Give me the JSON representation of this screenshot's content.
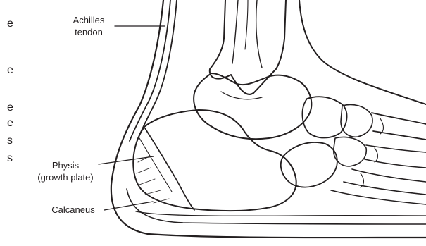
{
  "labels": {
    "achilles_line1": "Achilles",
    "achilles_line2": "tendon",
    "physis_line1": "Physis",
    "physis_line2": "(growth plate)",
    "calcaneus": "Calcaneus"
  },
  "cropped_margin_text": [
    "e",
    "e",
    "e",
    "e",
    "s",
    "s"
  ]
}
